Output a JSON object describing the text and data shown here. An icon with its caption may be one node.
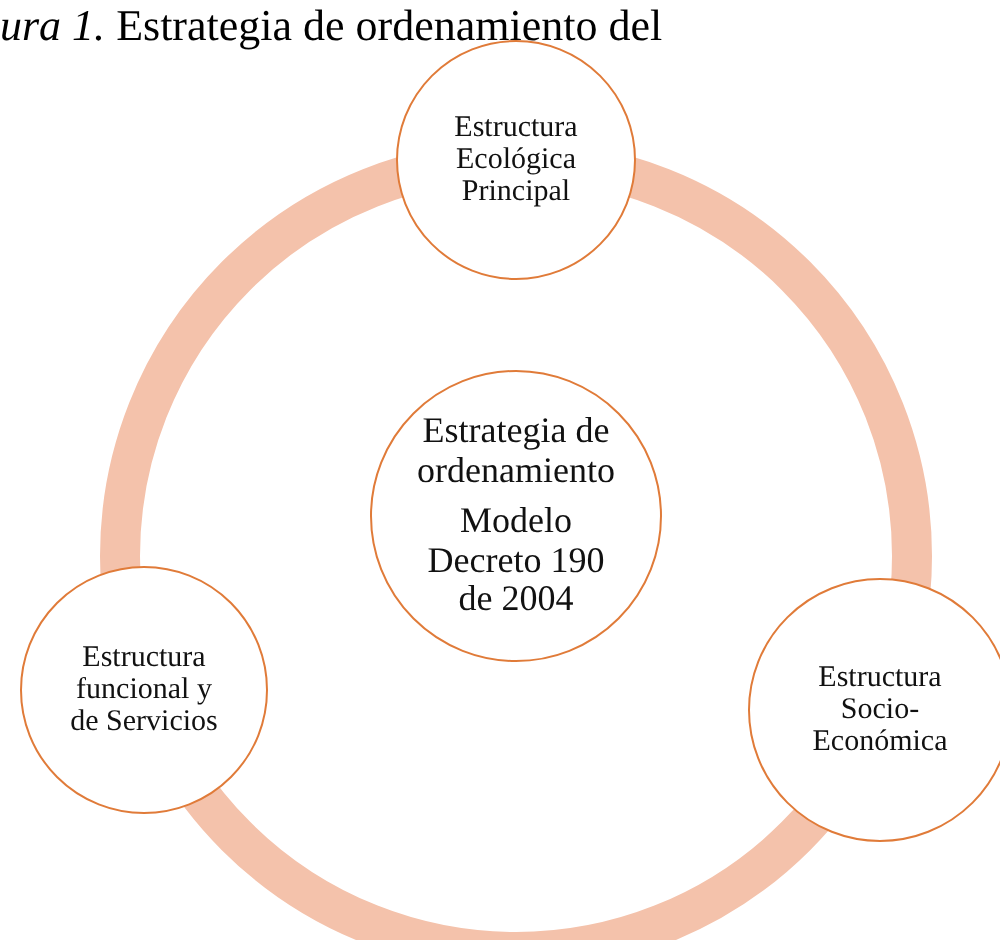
{
  "diagram": {
    "title": "*ura 1.* Estrategia de ordenamiento del",
    "nodes": [
      {
        "text": [
          "Estructura Ecológica Principal"
        ]
      },
      {
        "text": [
          "Estrategia de ordenamiento",
          "Modelo Decreto 190 de 2004"
        ]
      },
      {
        "text": [
          "Estructura funcional y de Servicios"
        ]
      },
      {
        "text": [
          "Estructura Socio-Económica"
        ]
      }
    ]
  }
}
